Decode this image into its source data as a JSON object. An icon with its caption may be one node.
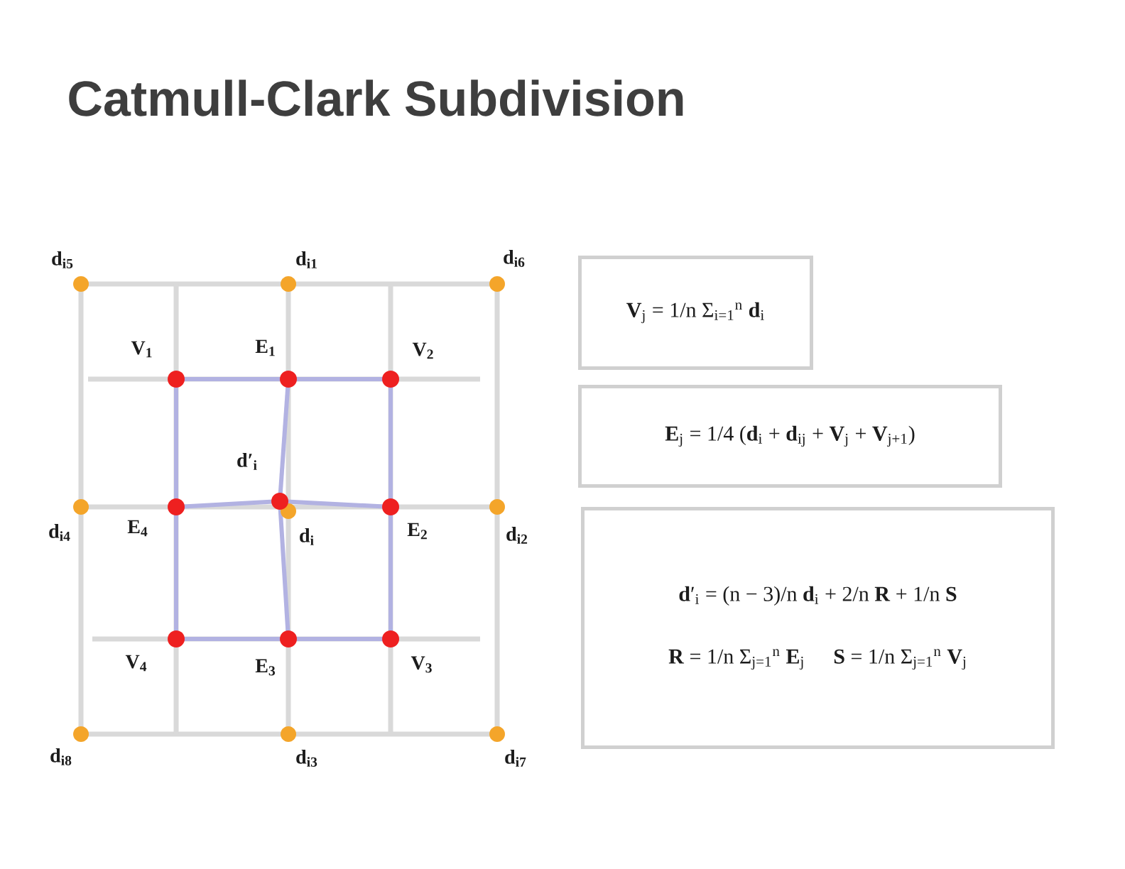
{
  "diagram": {
    "title": "Catmull-Clark Subdivision",
    "nodes": [
      {
        "text": [
          "**V**$_{j}$ = 1/n Σ$_{i=1}$$^{n}$ **d**$_{i}$"
        ]
      },
      {
        "text": [
          "**E**$_{j}$ = 1/4 (**d**$_{i}$ + **d**$_{ij}$ + **V**$_{j}$ + **V**$_{j+1}$)"
        ]
      },
      {
        "text": [
          "**d**′$_{i}$ = (n − 3)/n **d**$_{i}$ + 2/n **R** + 1/n **S**",
          "**R** = 1/n Σ$_{j=1}$$^{n}$ **E**$_{j}$",
          "**S** = 1/n Σ$_{j=1}$$^{n}$ **V**$_{j}$"
        ]
      }
    ],
    "labels": [
      "d$_{i5}$",
      "d$_{i1}$",
      "d$_{i6}$",
      "V$_{1}$",
      "E$_{1}$",
      "V$_{2}$",
      "d′$_{i}$",
      "d$_{i4}$",
      "E$_{4}$",
      "d$_{i}$",
      "E$_{2}$",
      "d$_{i2}$",
      "V$_{4}$",
      "E$_{3}$",
      "V$_{3}$",
      "d$_{i8}$",
      "d$_{i3}$",
      "d$_{i7}$"
    ]
  }
}
